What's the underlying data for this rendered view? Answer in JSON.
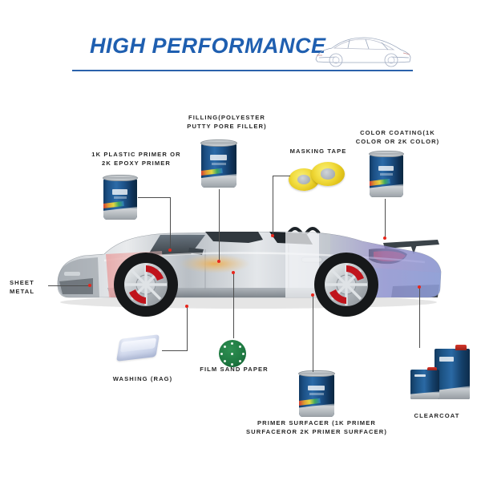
{
  "header": {
    "title": "HIGH PERFORMANCE",
    "accent_color": "#1f5fb0",
    "rule_color": "#2a62ab",
    "car_icon": "sports-car-outline-icon"
  },
  "page": {
    "background": "#ffffff",
    "label_color": "#262626",
    "leader_color": "#4d4d4d",
    "marker_color": "#e8261c"
  },
  "callouts": [
    {
      "id": "plastic-primer",
      "label": "1K PLASTIC PRIMER OR\n2K EPOXY PRIMER",
      "product": "paint-can"
    },
    {
      "id": "filling-putty",
      "label": "FILLING(POLYESTER\nPUTTY PORE FILLER)",
      "product": "paint-can"
    },
    {
      "id": "masking-tape",
      "label": "MASKING TAPE",
      "product": "tape-rolls"
    },
    {
      "id": "color-coating",
      "label": "COLOR COATING(1K\nCOLOR OR 2K COLOR)",
      "product": "paint-can"
    },
    {
      "id": "sheet-metal",
      "label": "SHEET\nMETAL",
      "product": "none"
    },
    {
      "id": "washing-rag",
      "label": "WASHING (RAG)",
      "product": "rag"
    },
    {
      "id": "film-sand-paper",
      "label": "FILM SAND PAPER",
      "product": "sanding-disc"
    },
    {
      "id": "primer-surfacer",
      "label": "PRIMER SURFACER (1K PRIMER\nSURFACEROR 2K PRIMER SURFACER)",
      "product": "paint-can"
    },
    {
      "id": "clearcoat",
      "label": "CLEARCOAT",
      "product": "tin-cans"
    }
  ],
  "car": {
    "name": "sports-car-cutaway",
    "body_color": "#b9bec4",
    "zones": [
      {
        "name": "primer-zone",
        "color": "#e8a7a7"
      },
      {
        "name": "filler-zone",
        "color": "#f0bb6a"
      },
      {
        "name": "masking-zone",
        "color": "#eef0f2"
      },
      {
        "name": "colorcoat-zone",
        "color": "#9d8fd4"
      },
      {
        "name": "clearcoat-zone",
        "color": "#8fa6dc"
      }
    ],
    "caliper_color": "#c0141c"
  }
}
